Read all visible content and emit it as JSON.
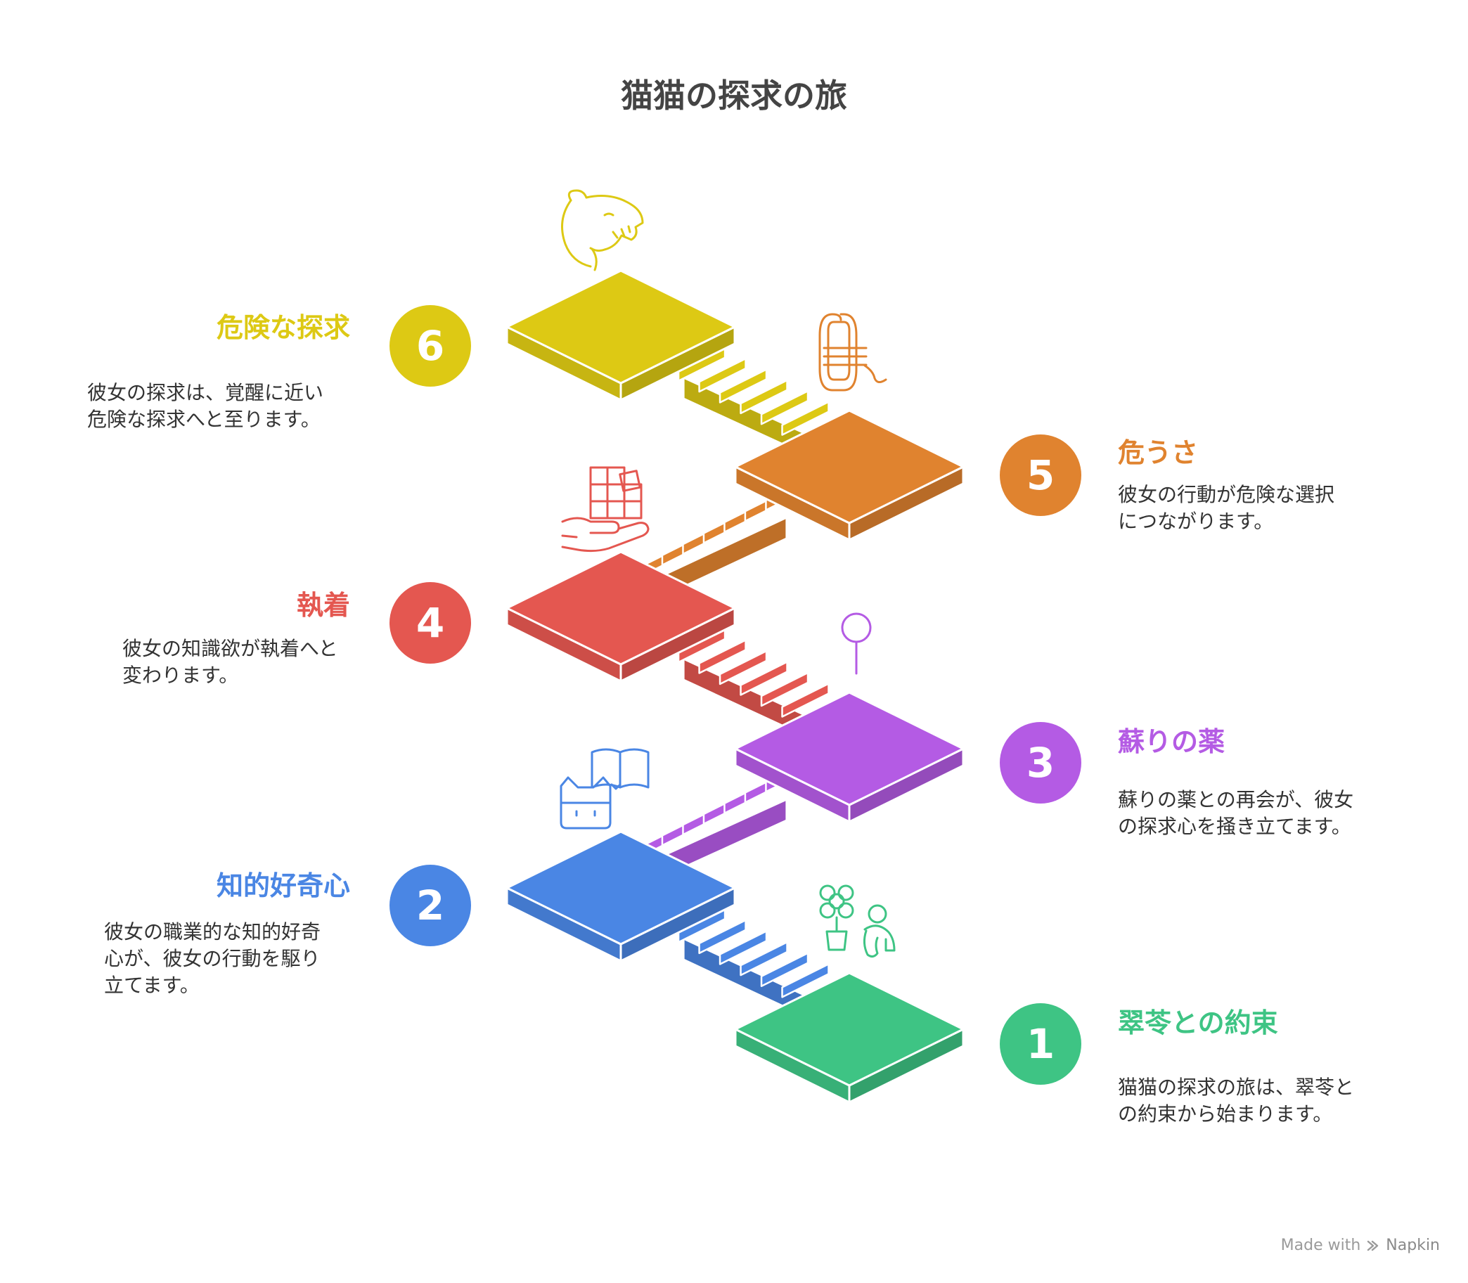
{
  "title": "猫猫の探求の旅",
  "steps": [
    {
      "number": "1",
      "title": "翠苓との約束",
      "desc": [
        "猫猫の探求の旅は、翠苓と",
        "の約束から始まります。"
      ],
      "color": "#3EC484",
      "icon": "plant-and-person-icon"
    },
    {
      "number": "2",
      "title": "知的好奇心",
      "desc": [
        "彼女の職業的な知的好奇",
        "心が、彼女の行動を駆り",
        "立てます。"
      ],
      "color": "#4A86E4",
      "icon": "cat-book-icon"
    },
    {
      "number": "3",
      "title": "蘇りの薬",
      "desc": [
        "蘇りの薬との再会が、彼女",
        "の探求心を掻き立てます。"
      ],
      "color": "#B45BE4",
      "icon": "magnifier-pin-icon"
    },
    {
      "number": "4",
      "title": "執着",
      "desc": [
        "彼女の知識欲が執着へと",
        "変わります。"
      ],
      "color": "#E45750",
      "icon": "hand-blocks-icon"
    },
    {
      "number": "5",
      "title": "危うさ",
      "desc": [
        "彼女の行動が危険な選択",
        "につながります。"
      ],
      "color": "#E0832F",
      "icon": "rope-icon"
    },
    {
      "number": "6",
      "title": "危険な探求",
      "desc": [
        "彼女の探求は、覚醒に近い",
        "危険な探求へと至ります。"
      ],
      "color": "#DDC914",
      "icon": "tiger-head-icon"
    }
  ],
  "footer": {
    "made_with": "Made with",
    "brand": "Napkin"
  }
}
